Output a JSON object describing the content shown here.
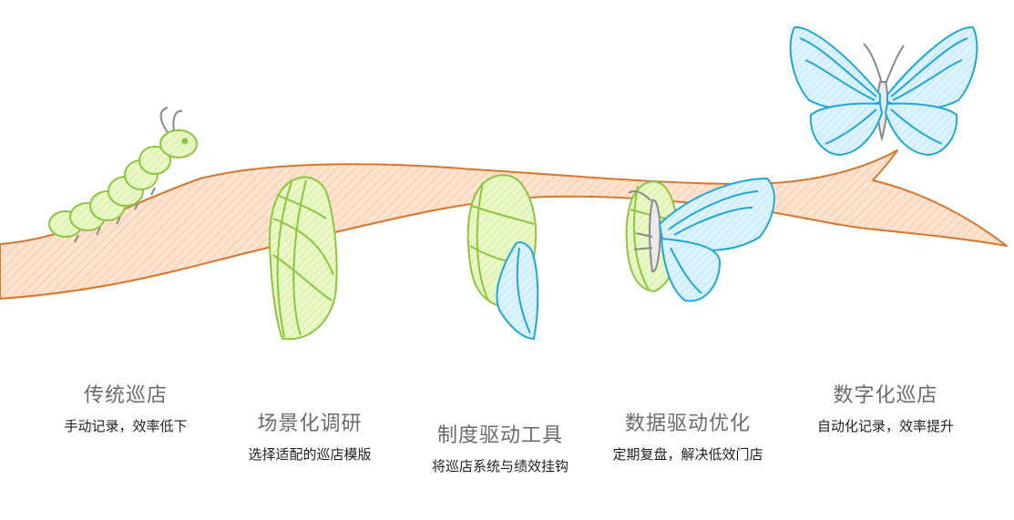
{
  "colors": {
    "branch_fill": "#fde3cf",
    "branch_stroke": "#d9762c",
    "larva_fill": "#e3f4b8",
    "larva_stroke": "#8cc63f",
    "wing_fill": "#d8f0fb",
    "wing_stroke": "#1fa7da",
    "body_gray": "#8a8a8a",
    "title_text": "#6b6b6b",
    "desc_text": "#1f1f1f"
  },
  "stages": [
    {
      "icon": "caterpillar-icon",
      "title": "传统巡店",
      "desc": "手动记录，效率低下"
    },
    {
      "icon": "chrysalis-icon",
      "title": "场景化调研",
      "desc": "选择适配的巡店模版"
    },
    {
      "icon": "chrysalis-splitting-icon",
      "title": "制度驱动工具",
      "desc": "将巡店系统与绩效挂钩"
    },
    {
      "icon": "butterfly-emerging-icon",
      "title": "数据驱动优化",
      "desc": "定期复盘，解决低效门店"
    },
    {
      "icon": "butterfly-icon",
      "title": "数字化巡店",
      "desc": "自动化记录，效率提升"
    }
  ]
}
